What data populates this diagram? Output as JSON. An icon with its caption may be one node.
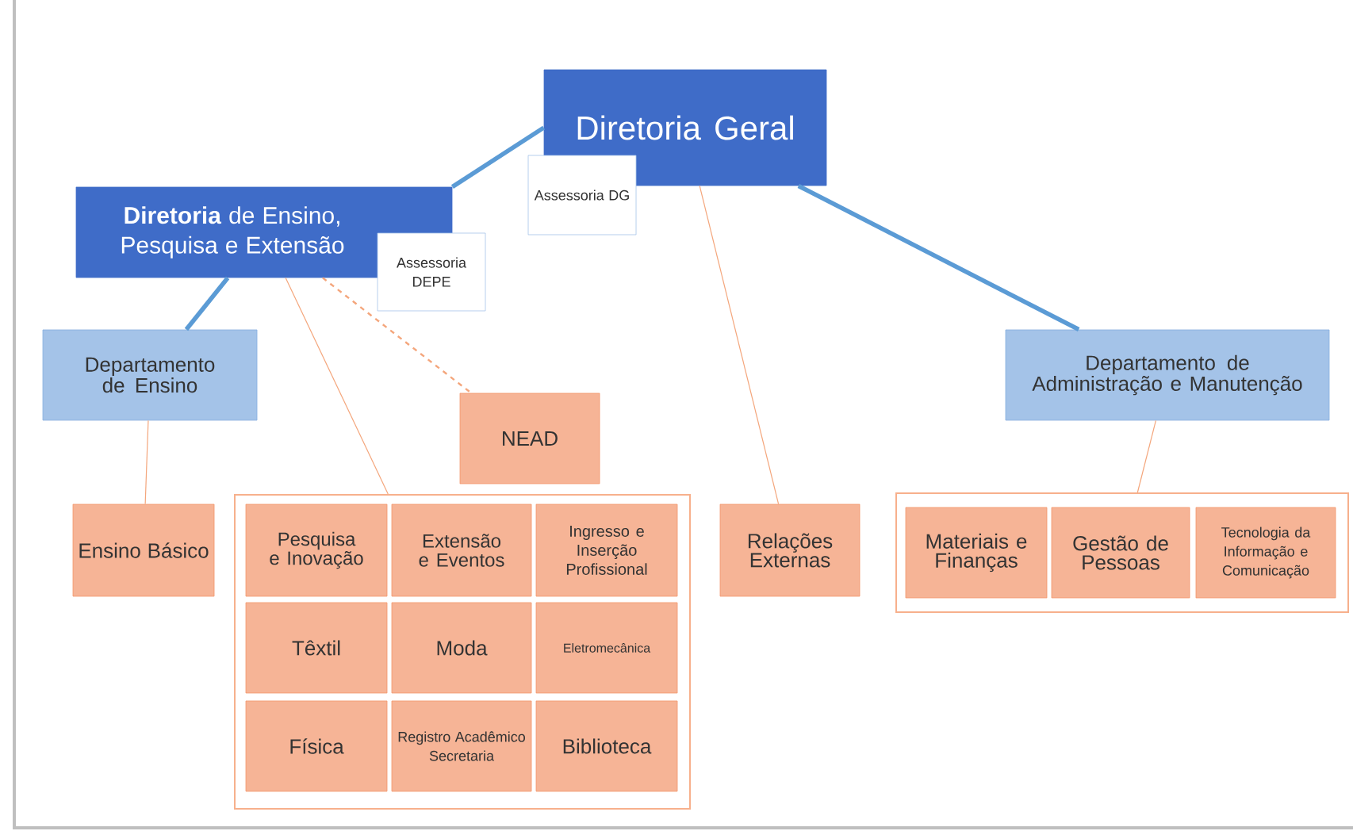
{
  "diagram": {
    "nodes": [
      {
        "text": [
          "Diretoria Geral"
        ]
      },
      {
        "text": [
          "Assessoria DG"
        ]
      },
      {
        "text": [
          "**Diretoria** de Ensino, Pesquisa e Extensão"
        ]
      },
      {
        "text": [
          "Assessoria DEPE"
        ]
      },
      {
        "text": [
          "Departamento de Ensino"
        ]
      },
      {
        "text": [
          "Departamento de Administração e Manutenção"
        ]
      },
      {
        "text": [
          "NEAD"
        ]
      },
      {
        "text": [
          "Ensino Básico"
        ]
      },
      {
        "text": [],
        "shape": "box"
      },
      {
        "text": [
          "Pesquisa e Inovação"
        ],
        "in": 8
      },
      {
        "text": [
          "Extensão e Eventos"
        ],
        "in": 8
      },
      {
        "text": [
          "Ingresso e Inserção Profissional"
        ],
        "in": 8
      },
      {
        "text": [
          "Têxtil"
        ],
        "in": 8
      },
      {
        "text": [
          "Moda"
        ],
        "in": 8
      },
      {
        "text": [
          "Eletromecânica"
        ],
        "in": 8
      },
      {
        "text": [
          "Física"
        ],
        "in": 8
      },
      {
        "text": [
          "Registro Acadêmico Secretaria"
        ],
        "in": 8
      },
      {
        "text": [
          "Biblioteca"
        ],
        "in": 8
      },
      {
        "text": [
          "Relações Externas"
        ]
      },
      {
        "text": [],
        "shape": "box"
      },
      {
        "text": [
          "Materiais e Finanças"
        ],
        "in": 19
      },
      {
        "text": [
          "Gestão de Pessoas"
        ],
        "in": 19
      },
      {
        "text": [
          "Tecnologia da Informação e Comunicação"
        ],
        "in": 19
      }
    ],
    "edges": [
      {
        "from": 0,
        "to": 2,
        "arrow": "none",
        "style": "thick",
        "color": "#5b9bd5"
      },
      {
        "from": 0,
        "to": 5,
        "arrow": "none",
        "style": "thick",
        "color": "#5b9bd5"
      },
      {
        "from": 0,
        "to": 18,
        "arrow": "none"
      },
      {
        "from": 2,
        "to": 4,
        "arrow": "none",
        "style": "thick",
        "color": "#5b9bd5"
      },
      {
        "from": 2,
        "to": 8,
        "arrow": "none"
      },
      {
        "from": 2,
        "to": 6,
        "arrow": "none",
        "style": "dashed"
      },
      {
        "from": 4,
        "to": 7,
        "arrow": "none"
      },
      {
        "from": 5,
        "to": 19,
        "arrow": "none"
      }
    ]
  }
}
